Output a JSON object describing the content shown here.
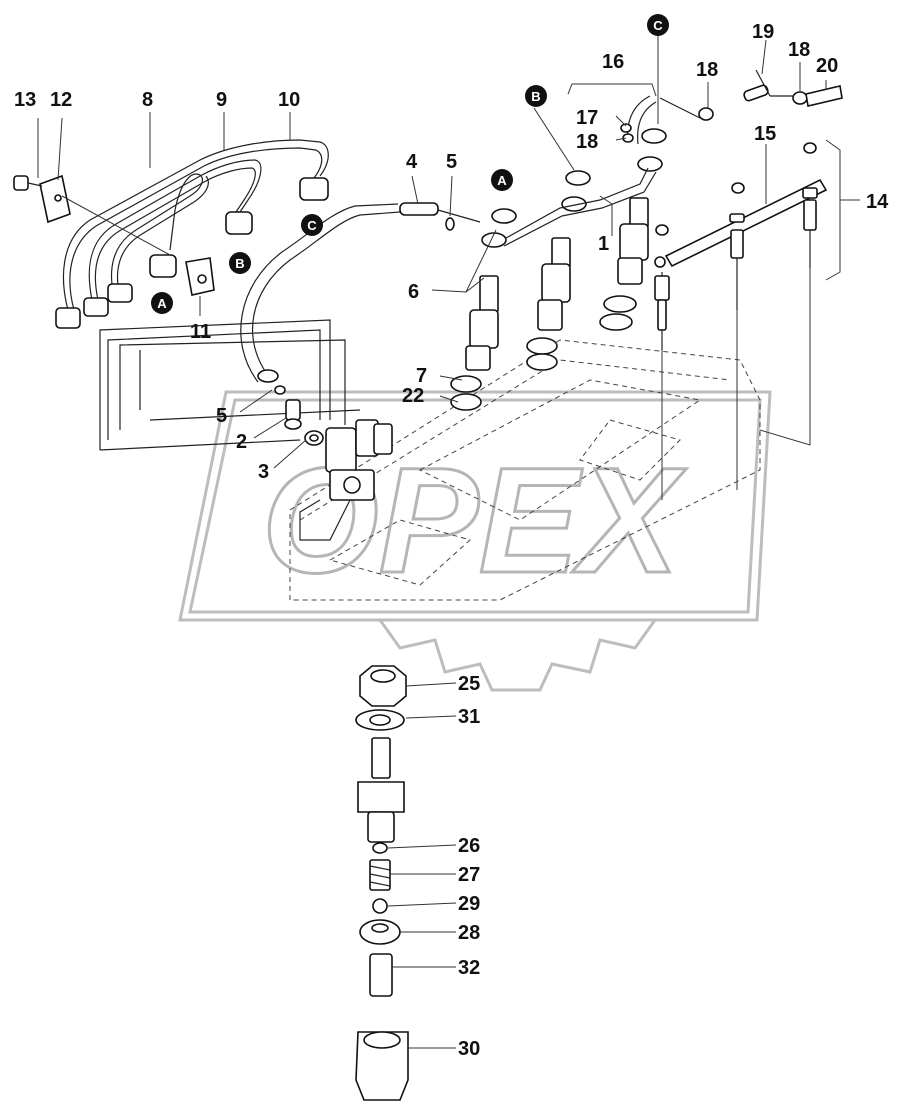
{
  "watermark": "OPEX",
  "callouts": [
    "A",
    "B",
    "C",
    "A",
    "B",
    "C"
  ],
  "labels": [
    "1",
    "2",
    "3",
    "4",
    "5",
    "5",
    "6",
    "7",
    "8",
    "9",
    "10",
    "11",
    "12",
    "13",
    "14",
    "15",
    "16",
    "17",
    "18",
    "18",
    "18",
    "19",
    "20",
    "22",
    "25",
    "31",
    "26",
    "27",
    "29",
    "28",
    "32",
    "30"
  ]
}
